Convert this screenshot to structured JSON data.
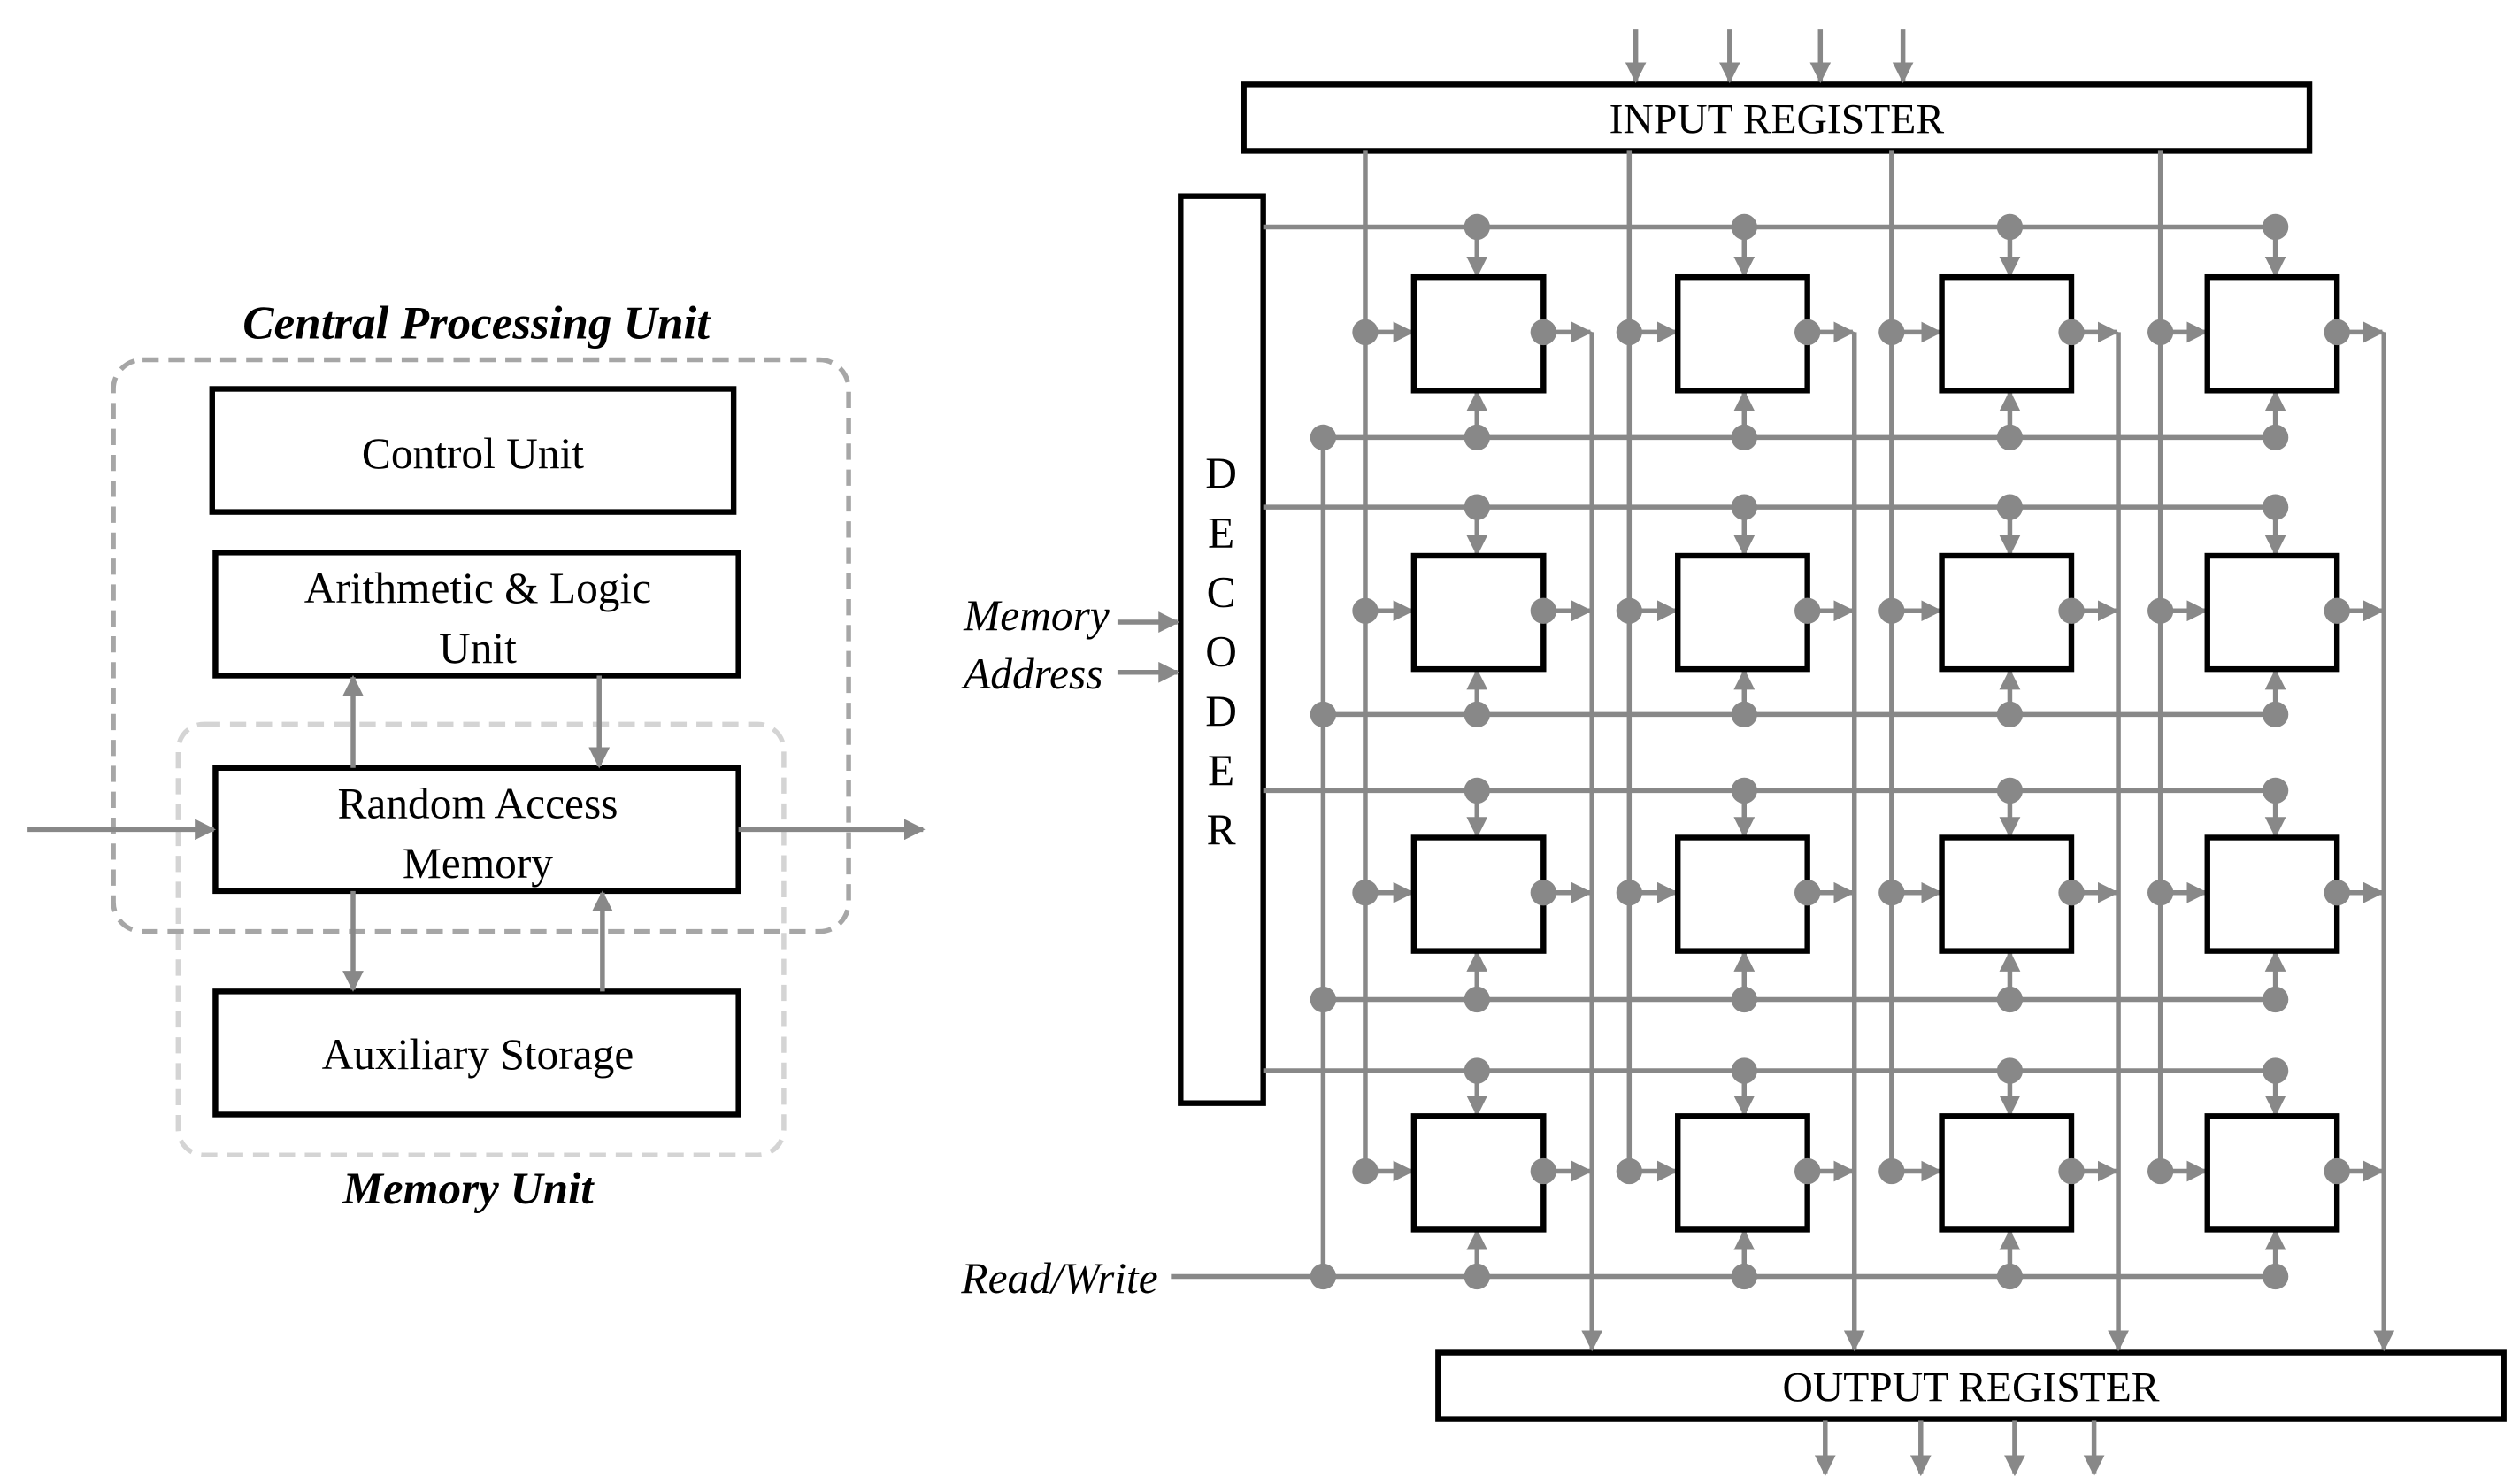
{
  "cpu": {
    "title": "Central Processing Unit",
    "control_unit": "Control Unit",
    "alu_line1": "Arithmetic & Logic",
    "alu_line2": "Unit",
    "ram_line1": "Random Access",
    "ram_line2": "Memory"
  },
  "memory_unit": {
    "title": "Memory Unit",
    "aux_storage": "Auxiliary Storage"
  },
  "ram_array": {
    "input_register": "INPUT REGISTER",
    "output_register": "OUTPUT REGISTER",
    "decoder_letters": [
      "D",
      "E",
      "C",
      "O",
      "D",
      "E",
      "R"
    ],
    "memory_label": "Memory",
    "address_label": "Address",
    "read_write_label": "Read/Write",
    "rows": 4,
    "columns": 4
  },
  "colors": {
    "line_gray": "#888888",
    "dash_dark": "#a6a6a6",
    "dash_light": "#d4d4d4",
    "box_stroke": "#000000"
  }
}
